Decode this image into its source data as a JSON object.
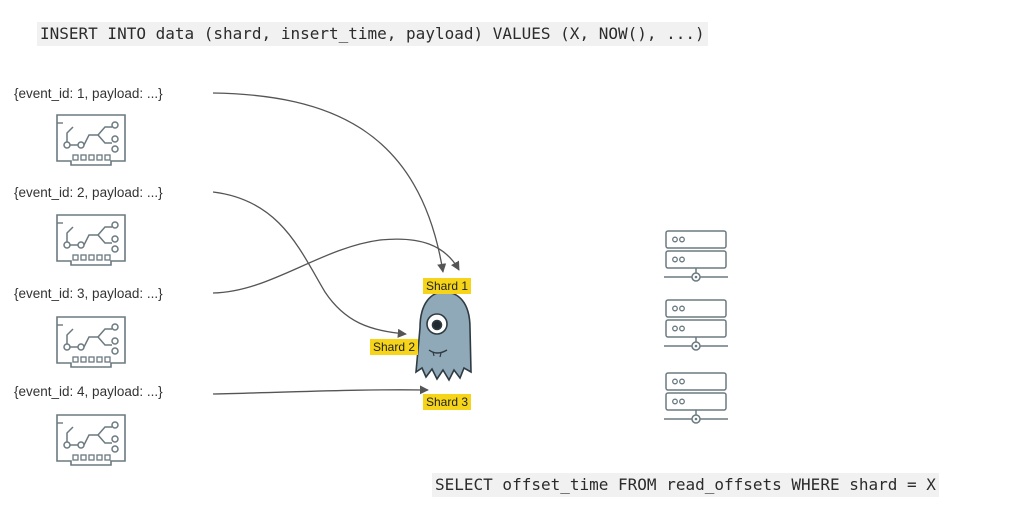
{
  "queries": {
    "insert": "INSERT INTO data (shard, insert_time, payload) VALUES (X, NOW(), ...)",
    "select": "SELECT offset_time FROM read_offsets WHERE shard = X"
  },
  "events": [
    {
      "label": "{event_id: 1, payload: ...}",
      "icon": "circuit-board-icon"
    },
    {
      "label": "{event_id: 2, payload: ...}",
      "icon": "circuit-board-icon"
    },
    {
      "label": "{event_id: 3, payload: ...}",
      "icon": "circuit-board-icon"
    },
    {
      "label": "{event_id: 4, payload: ...}",
      "icon": "circuit-board-icon"
    }
  ],
  "shards": {
    "shard1": "Shard 1",
    "shard2": "Shard 2",
    "shard3": "Shard 3"
  },
  "mascot": {
    "icon": "octopus-mascot-icon",
    "color": "#8fa9b8"
  },
  "servers": {
    "count": 3,
    "icon": "server-rack-icon"
  },
  "colors": {
    "highlight": "#f5d419",
    "line": "#555555",
    "icon_stroke": "#6b7a80"
  }
}
